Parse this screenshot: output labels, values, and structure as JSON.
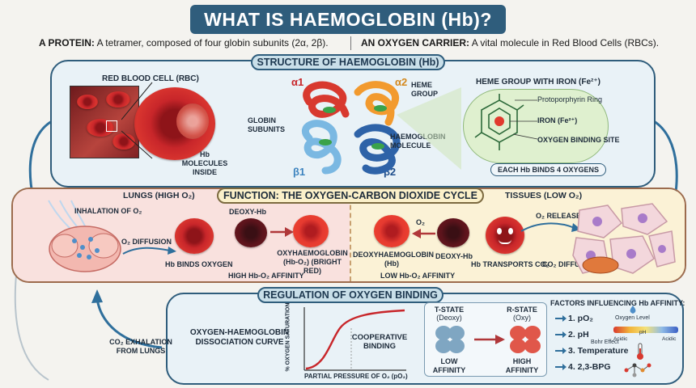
{
  "title": "WHAT IS HAEMOGLOBIN (Hb)?",
  "intro": {
    "protein_label": "A PROTEIN:",
    "protein_text": "A tetramer, composed of four globin subunits (2α, 2β).",
    "carrier_label": "AN OXYGEN CARRIER:",
    "carrier_text": "A vital molecule in Red Blood Cells (RBCs)."
  },
  "structure": {
    "header": "STRUCTURE OF HAEMOGLOBIN (Hb)",
    "rbc_title": "RED BLOOD CELL (RBC)",
    "rbc_note": "Hb MOLECULES INSIDE",
    "alpha1": "α1",
    "alpha2": "α2",
    "beta1": "β1",
    "beta2": "β2",
    "heme_group": "HEME GROUP",
    "globin_subunits": "GLOBIN SUBUNITS",
    "hb_molecule": "HAEMOGLOBIN MOLECULE",
    "heme_iron_title": "HEME GROUP WITH IRON (Fe²⁺)",
    "protoporphyrin": "Protoporphyrin Ring",
    "iron": "IRON (Fe²⁺)",
    "binding_site": "OXYGEN BINDING SITE",
    "binds_4": "EACH Hb BINDS 4 OXYGENS"
  },
  "function": {
    "header": "FUNCTION: THE OXYGEN-CARBON DIOXIDE CYCLE",
    "lungs_title": "LUNGS (HIGH O₂)",
    "inhalation": "INHALATION OF O₂",
    "o2_diffusion": "O₂ DIFFUSION",
    "hb_binds": "Hb BINDS OXYGEN",
    "deoxy_hb": "DEOXY-Hb",
    "oxy_hb": "OXYHAEMOGLOBIN (Hb-O₂) (BRIGHT RED)",
    "high_affinity": "HIGH Hb-O₂ AFFINITY",
    "tissues_title": "TISSUES (LOW O₂)",
    "o2": "O₂",
    "o2_release": "O₂ RELEASE",
    "deoxy_full": "DEOXYHAEMOGLOBIN (Hb)",
    "deoxy_hb_right": "DEOXY-Hb",
    "low_affinity": "LOW Hb-O₂ AFFINITY",
    "hb_transports": "Hb TRANSPORTS CO₂",
    "co2_diffusion": "CO₂ DIFFUSION"
  },
  "regulation": {
    "header": "REGULATION OF OXYGEN BINDING",
    "curve_title": "OXYGEN-HAEMOGLOBIN DISSOCIATION CURVE",
    "y_axis": "% OXYGEN SATURATION",
    "x_axis": "PARTIAL PRESSURE OF O₂ (pO₂)",
    "cooperative": "COOPERATIVE BINDING",
    "t_state": "T-STATE",
    "t_sub": "(Deoxy)",
    "r_state": "R-STATE",
    "r_sub": "(Oxy)",
    "low_affinity": "LOW AFFINITY",
    "high_affinity": "HIGH AFFINITY",
    "factors_title": "FACTORS INFLUENCING Hb AFFINITY:",
    "factor1": "1. pO₂",
    "factor2": "2. pH",
    "factor3": "3. Temperature",
    "factor4": "4. 2,3-BPG",
    "oxygen_level": "Oxygen Level",
    "bohr_effect": "Bohr Effect",
    "acidic_left": "Acidic",
    "ph": "pH",
    "acidic_right": "Acidic",
    "co2_exhalation": "CO₂ EXHALATION FROM LUNGS"
  }
}
